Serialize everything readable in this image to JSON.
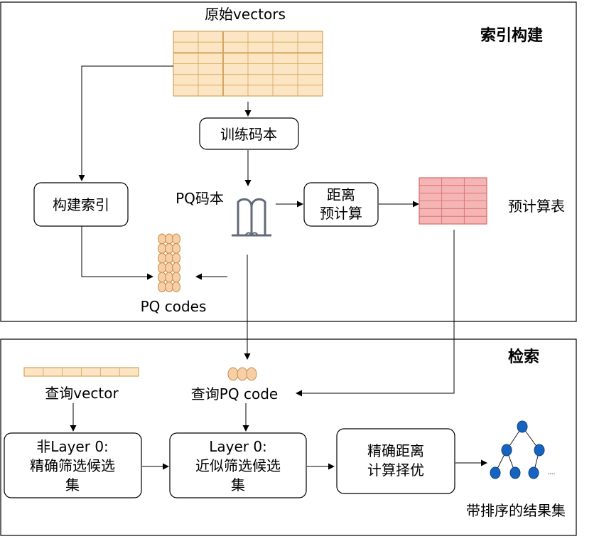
{
  "sections": {
    "index_build": "索引构建",
    "search": "检索"
  },
  "labels": {
    "raw_vectors": "原始vectors",
    "train_codebook": "训练码本",
    "pq_codebook": "PQ码本",
    "build_index": "构建索引",
    "distance_precompute_line1": "距离",
    "distance_precompute_line2": "预计算",
    "precompute_table": "预计算表",
    "pq_codes": "PQ codes",
    "query_vector": "查询vector",
    "query_pq_code": "查询PQ code",
    "non_layer0_line1": "非Layer 0:",
    "non_layer0_line2": "精确筛选候选",
    "non_layer0_line3": "集",
    "layer0_line1": "Layer 0:",
    "layer0_line2": "近似筛选候选",
    "layer0_line3": "集",
    "exact_line1": "精确距离",
    "exact_line2": "计算择优",
    "result_set": "带排序的结果集",
    "ellipsis": "...."
  },
  "colors": {
    "vector_fill": "#fbe5c2",
    "vector_stroke": "#d4a45c",
    "table_fill": "#f6b5b5",
    "table_stroke": "#d46a6a",
    "code_fill": "#f6cfa6",
    "code_stroke": "#c98a45",
    "tree_node": "#1565c0",
    "book_stroke": "#606a78"
  },
  "icons": [
    "vector-grid-icon",
    "codebook-icon",
    "lookup-table-icon",
    "pq-codes-icon",
    "query-vector-strip-icon",
    "query-pq-code-icon",
    "result-tree-icon"
  ]
}
